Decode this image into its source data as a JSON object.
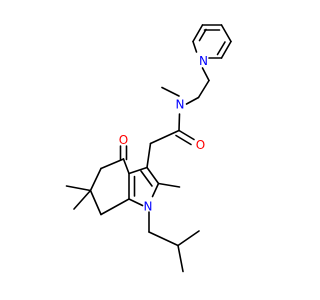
{
  "molecule": {
    "atoms": {
      "nitrogen_pyridine": {
        "symbol": "N",
        "color": "#0000ff"
      },
      "nitrogen_amide": {
        "symbol": "N",
        "color": "#0000ff"
      },
      "oxygen_amide": {
        "symbol": "O",
        "color": "#ff0000"
      },
      "oxygen_ketone": {
        "symbol": "O",
        "color": "#ff0000"
      },
      "nitrogen_indole": {
        "symbol": "N",
        "color": "#0000ff"
      }
    },
    "bond_color": "#000000",
    "background_color": "#ffffff"
  }
}
